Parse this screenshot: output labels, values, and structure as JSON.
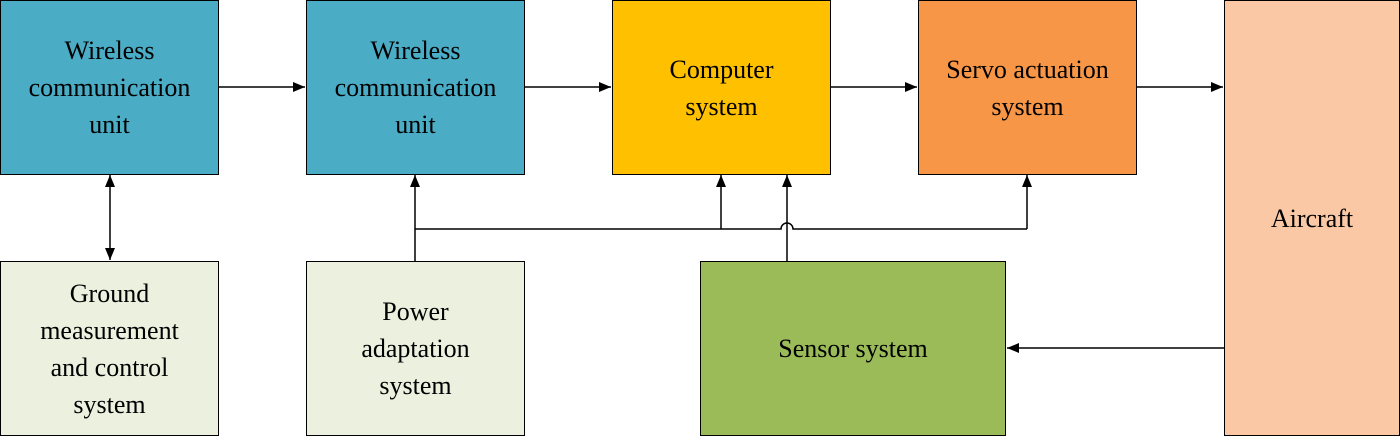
{
  "colors": {
    "wireless": "#4BACC6",
    "computer": "#FFC000",
    "servo": "#F79646",
    "aircraft": "#FAC8A4",
    "ground": "#EBF1DE",
    "power": "#EBF1DE",
    "sensor": "#9BBB59",
    "line": "#000000"
  },
  "blocks": {
    "wireless1": "Wireless\ncommunication\nunit",
    "wireless2": "Wireless\ncommunication\nunit",
    "computer": "Computer\nsystem",
    "servo": "Servo actuation\nsystem",
    "aircraft": "Aircraft",
    "ground": "Ground\nmeasurement\nand control\nsystem",
    "power": "Power\nadaptation\nsystem",
    "sensor": "Sensor system"
  }
}
